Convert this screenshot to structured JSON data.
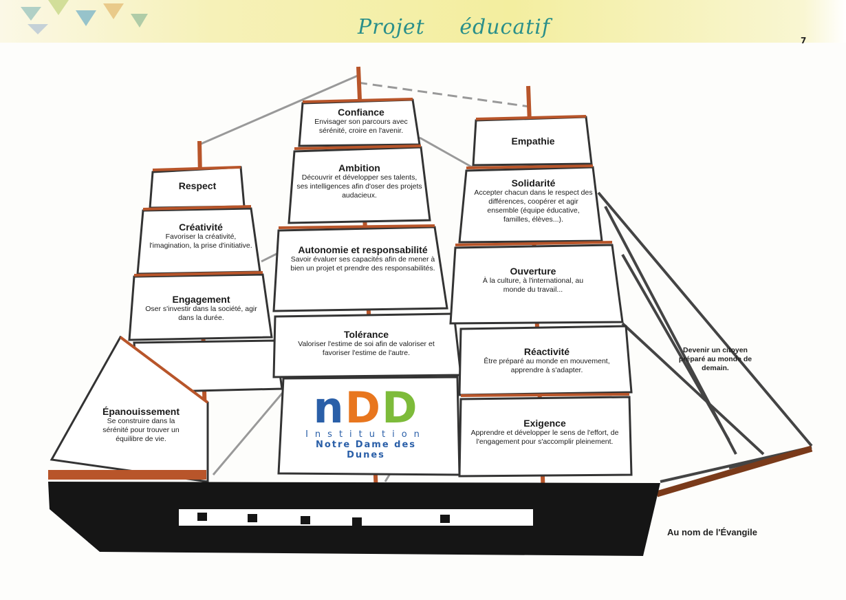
{
  "header": {
    "title": "Projet éducatif",
    "page_number": "7"
  },
  "colors": {
    "title": "#2a8f8a",
    "hull": "#151515",
    "mast": "#b8552a",
    "logo_n": "#2a5fa8",
    "logo_d1": "#e8761e",
    "logo_d2": "#7dbb3a"
  },
  "sails": {
    "respect": {
      "title": "Respect"
    },
    "creativite": {
      "title": "Créativité",
      "text": "Favoriser la créativité, l'imagination, la prise d'initiative."
    },
    "engagement": {
      "title": "Engagement",
      "text": "Oser s'investir dans la société, agir dans la durée."
    },
    "epanouissement": {
      "title": "Épanouissement",
      "text": "Se construire dans la sérénité pour trouver un équilibre de vie."
    },
    "confiance": {
      "title": "Confiance",
      "text": "Envisager son parcours avec sérénité, croire en l'avenir."
    },
    "ambition": {
      "title": "Ambition",
      "text": "Découvrir et développer ses talents, ses intelligences afin d'oser des projets audacieux."
    },
    "autonomie": {
      "title": "Autonomie et responsabilité",
      "text": "Savoir évaluer ses capacités afin de mener à bien un projet et prendre des responsabilités."
    },
    "tolerance": {
      "title": "Tolérance",
      "text": "Valoriser l'estime de soi afin de valoriser et favoriser l'estime de l'autre."
    },
    "empathie": {
      "title": "Empathie"
    },
    "solidarite": {
      "title": "Solidarité",
      "text": "Accepter chacun dans le respect des différences, coopérer et agir ensemble (équipe éducative, familles, élèves...)."
    },
    "ouverture": {
      "title": "Ouverture",
      "text": "À la culture, à l'international, au monde du travail..."
    },
    "reactivite": {
      "title": "Réactivité",
      "text": "Être préparé au monde en mouvement, apprendre à s'adapter."
    },
    "exigence": {
      "title": "Exigence",
      "text": "Apprendre et développer le sens de l'effort, de l'engagement pour s'accomplir pleinement."
    }
  },
  "jib_text": "Devenir un citoyen préparé au monde de demain.",
  "logo": {
    "n": "n",
    "d1": "D",
    "d2": "D",
    "institution": "Institution",
    "name": "Notre Dame des Dunes"
  },
  "footer": "Au nom de l'Évangile"
}
